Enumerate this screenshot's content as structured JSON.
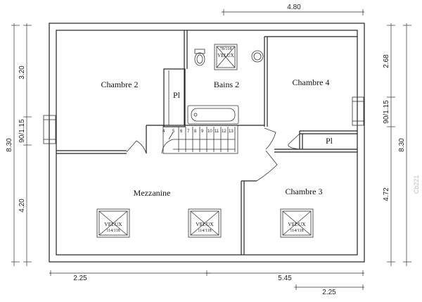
{
  "rooms": {
    "chambre2": "Chambre 2",
    "bains2": "Bains 2",
    "chambre4": "Chambre 4",
    "mezzanine": "Mezzanine",
    "chambre3": "Chambre 3",
    "placard_left": "Pl",
    "placard_right": "Pl"
  },
  "velux": {
    "label": "VELUX",
    "size": "114/118",
    "bath_size": "78/118"
  },
  "stairs": {
    "steps": [
      "4",
      "5",
      "6",
      "7",
      "8",
      "9",
      "10",
      "11",
      "12",
      "13"
    ]
  },
  "dimensions": {
    "top_width": "4.80",
    "bottom_left": "2.25",
    "bottom_total": "5.45",
    "bottom_right": "2.25",
    "left_total": "8.30",
    "left_top": "3.20",
    "left_mid": "90/1.15",
    "left_bottom": "4.20",
    "right_top": "2.68",
    "right_mid": "90/1.15",
    "right_total": "8.30",
    "right_bottom": "4.72"
  },
  "watermark": "Cb221",
  "colors": {
    "line": "#222222",
    "background": "#ffffff"
  }
}
